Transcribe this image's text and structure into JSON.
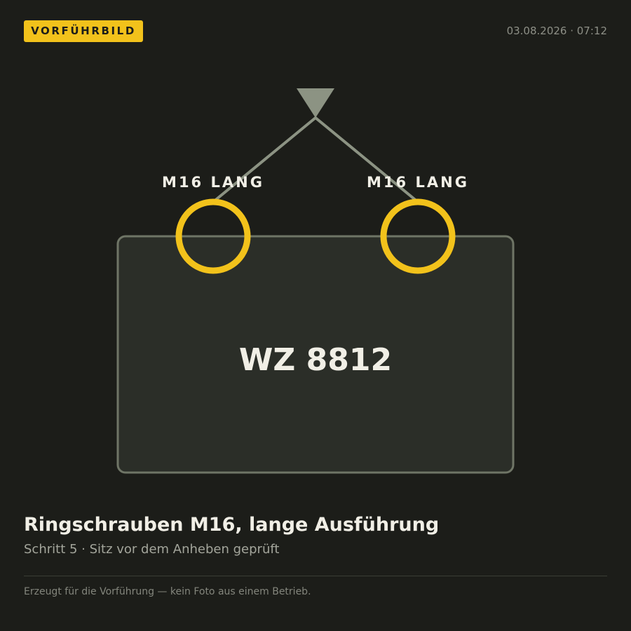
{
  "header": {
    "badge": "VORFÜHRBILD",
    "timestamp": "03.08.2026 · 07:12"
  },
  "diagram": {
    "bolt_left_label": "M16 LANG",
    "bolt_right_label": "M16 LANG",
    "part_id": "WZ 8812"
  },
  "caption": {
    "title": "Ringschrauben M16, lange Ausführung",
    "subtitle": "Schritt 5 · Sitz vor dem Anheben geprüft"
  },
  "footer": {
    "note": "Erzeugt für die Vorführung — kein Foto aus einem Betrieb."
  },
  "colors": {
    "background": "#1c1d19",
    "accent": "#f2c21b",
    "sling": "#8c9383",
    "part_fill": "#2b2e28",
    "part_border": "#6f7566",
    "text_primary": "#f1efe6"
  }
}
